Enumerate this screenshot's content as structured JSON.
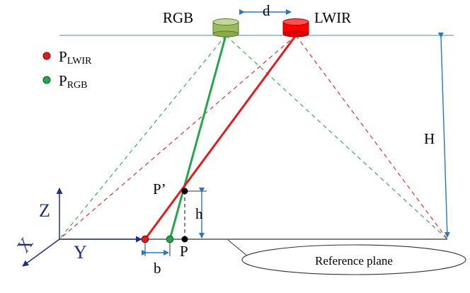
{
  "labels": {
    "rgb_camera": "RGB",
    "lwir_camera": "LWIR",
    "baseline_d": "d",
    "height_H": "H",
    "height_h": "h",
    "offset_b": "b",
    "point_p": "P",
    "point_p_prime": "P’",
    "reference_plane": "Reference plane"
  },
  "legend": {
    "lwir": {
      "main": "P",
      "sub": "LWIR",
      "color": "#e31b1b"
    },
    "rgb": {
      "main": "P",
      "sub": "RGB",
      "color": "#22a84a"
    }
  },
  "axes": {
    "z": "Z",
    "y": "Y",
    "x": "X"
  },
  "colors": {
    "lwir_ray": "#e31b1b",
    "rgb_ray": "#22a84a",
    "dimension": "#1f78c8",
    "axis": "#1f2e8a",
    "camera_plane": "#7fb4d8",
    "rgb_camera_body": "#9bbb59",
    "lwir_camera_body": "#ff0000"
  }
}
